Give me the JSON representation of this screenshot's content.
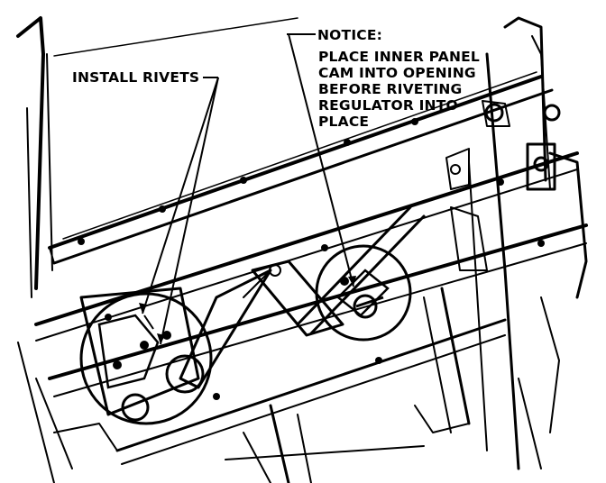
{
  "figure": {
    "callouts": {
      "install_rivets": "INSTALL RIVETS",
      "notice_heading": "NOTICE:",
      "notice_lines": [
        "PLACE INNER PANEL",
        "CAM INTO OPENING",
        "BEFORE RIVETING",
        "REGULATOR INTO",
        "PLACE"
      ]
    },
    "line_color": "#000000",
    "background": "#ffffff"
  }
}
